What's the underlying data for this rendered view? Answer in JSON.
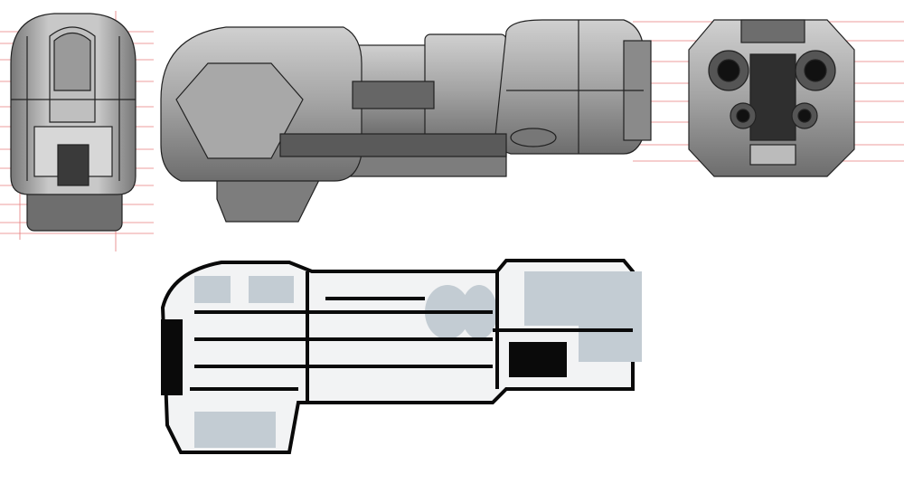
{
  "colors": {
    "background": "#ffffff",
    "hull_light": "#b9b9b9",
    "hull_mid": "#8f8f8f",
    "hull_dark": "#4a4a4a",
    "outline": "#222222",
    "guide_line": "#e05a5a",
    "plan_fill": "#f2f3f4",
    "plan_room": "#c3ccd3",
    "plan_wall": "#0a0a0a"
  },
  "views": [
    "front-view",
    "side-view",
    "rear-view",
    "deck-plan"
  ]
}
